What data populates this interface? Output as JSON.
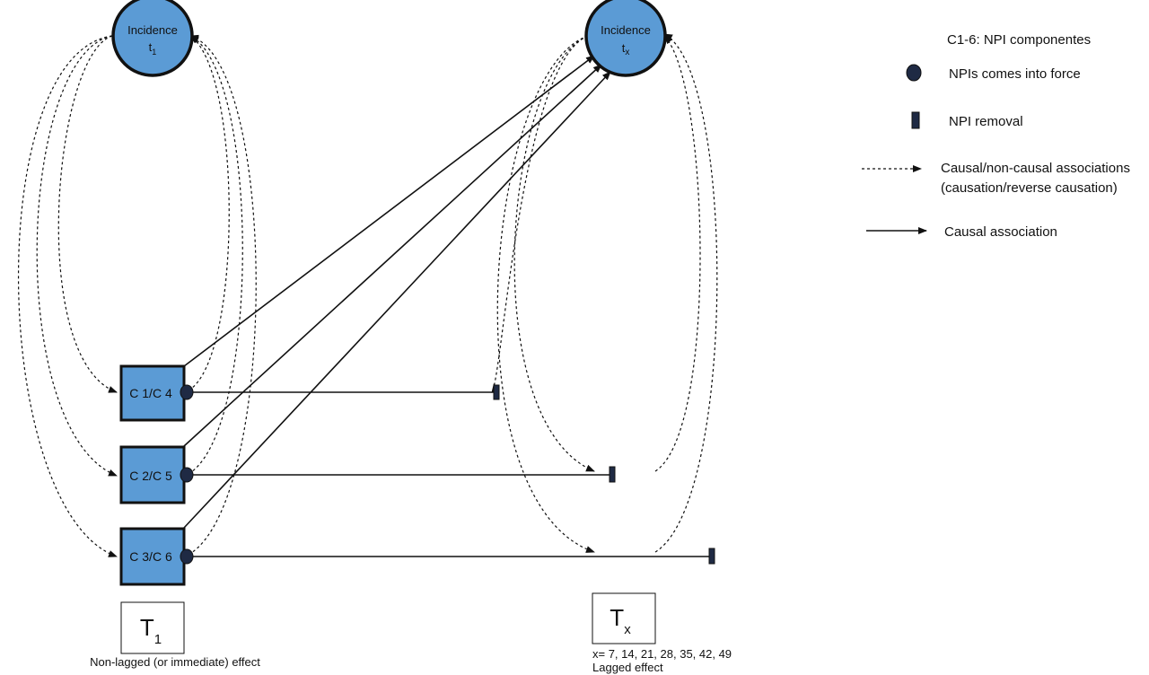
{
  "nodes": {
    "incidence_t1": {
      "label": "Incidence",
      "sub": "1"
    },
    "incidence_tx": {
      "label": "Incidence",
      "sub": "x"
    }
  },
  "components": [
    {
      "id": "c1c4",
      "label": "C 1/C 4"
    },
    {
      "id": "c2c5",
      "label": "C 2/C 5"
    },
    {
      "id": "c3c6",
      "label": "C 3/C 6"
    }
  ],
  "time_boxes": {
    "t1": {
      "label": "T",
      "sub": "1",
      "caption": "Non-lagged (or immediate) effect"
    },
    "tx": {
      "label": "T",
      "sub": "x",
      "caption_line1": "x= 7, 14, 21, 28, 35, 42, 49",
      "caption_line2": "Lagged effect"
    }
  },
  "legend": {
    "title": "C1-6: NPI componentes",
    "npi_start": "NPIs comes into force",
    "npi_removal": "NPI removal",
    "dashed_line1": "Causal/non-causal associations",
    "dashed_line2": "(causation/reverse causation)",
    "solid": "Causal association"
  },
  "colors": {
    "node_fill": "#5b9bd5",
    "stroke": "#111111",
    "marker_fill": "#1f2a44"
  }
}
